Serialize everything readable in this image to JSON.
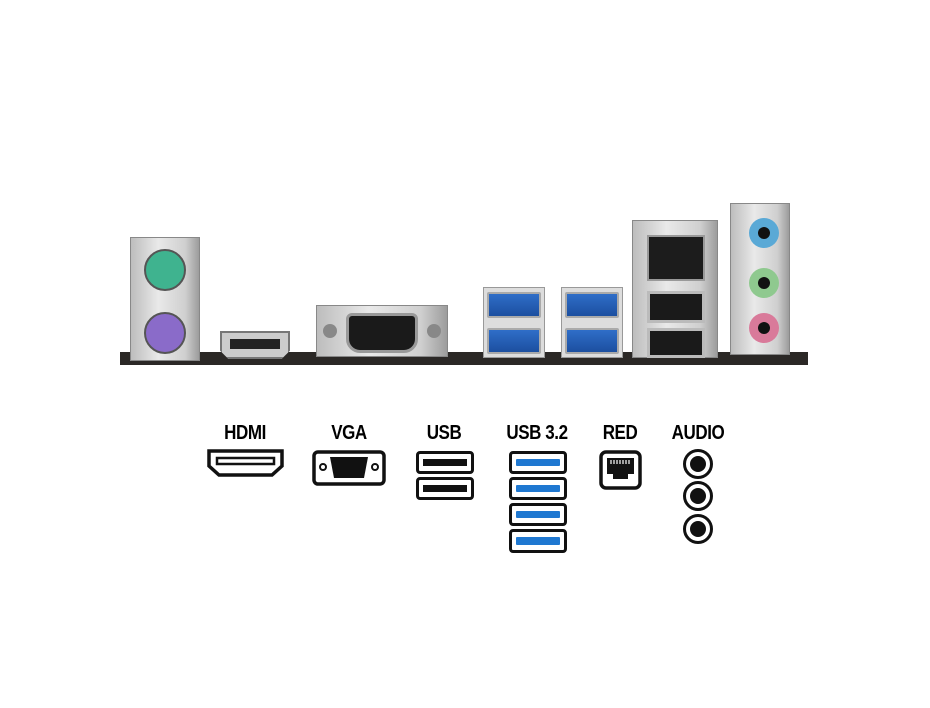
{
  "legend": {
    "hdmi": "HDMI",
    "vga": "VGA",
    "usb": "USB",
    "usb32": "USB 3.2",
    "red": "RED",
    "audio": "AUDIO"
  },
  "colors": {
    "usb3_blue": "#1f78d1",
    "ps2_keyboard": "#3fb38f",
    "ps2_mouse": "#8a6bc9",
    "audio_line_in": "#5aa9d6",
    "audio_line_out": "#8fc98f",
    "audio_mic": "#d97a9a"
  }
}
